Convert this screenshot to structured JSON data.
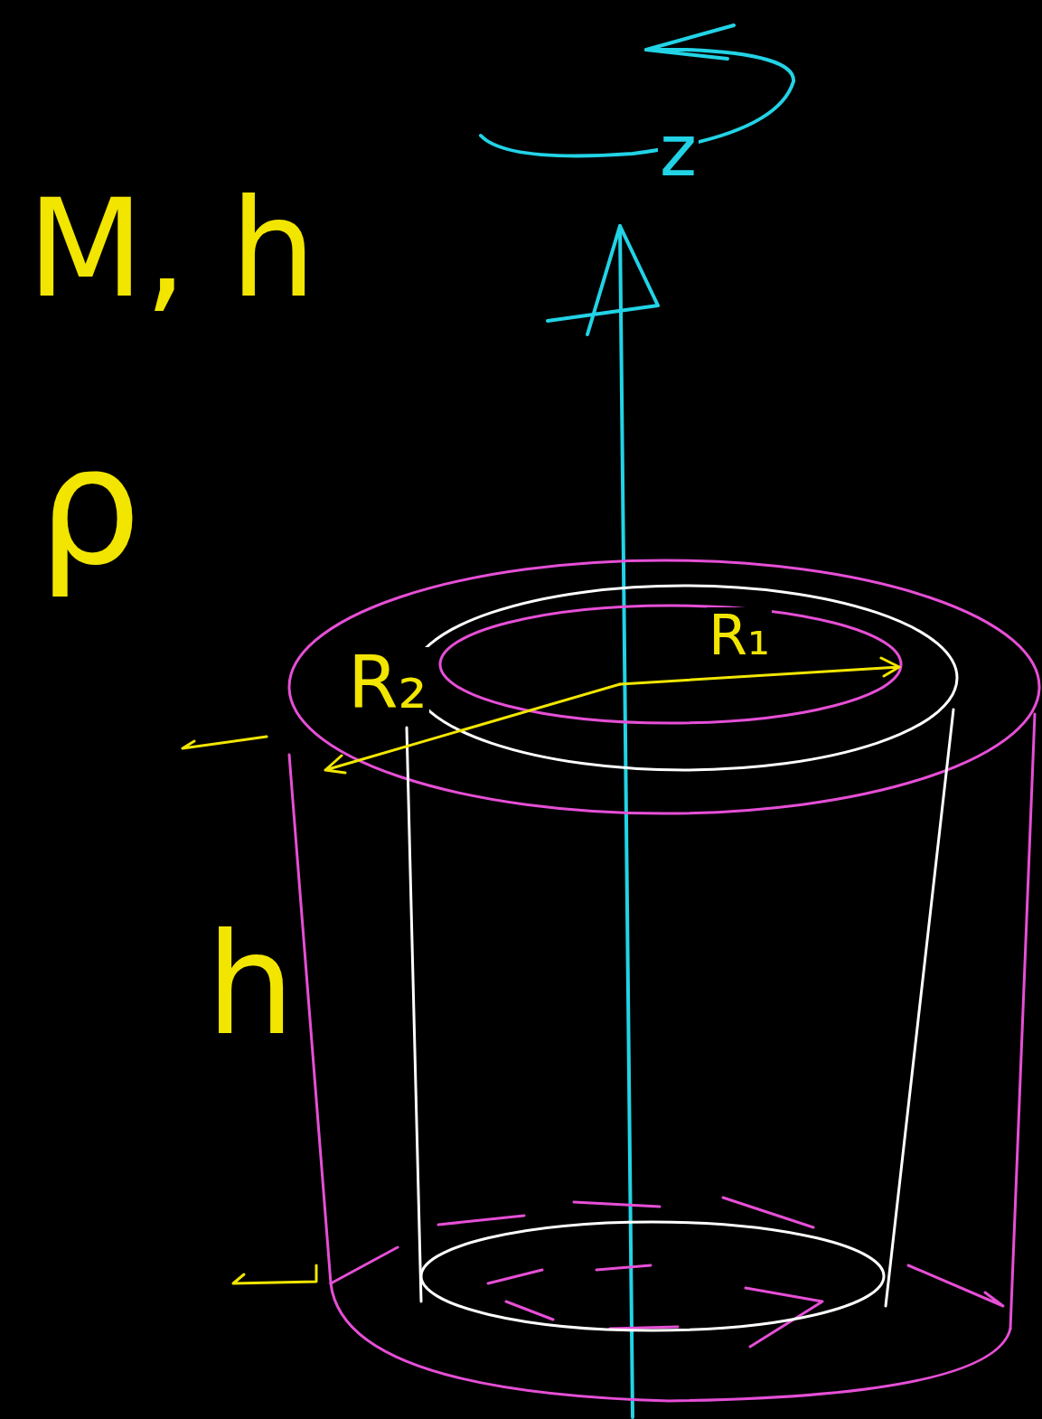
{
  "diagram": {
    "labels": [
      "M, h",
      "ρ",
      "R₂",
      "R₁",
      "h",
      "z"
    ]
  }
}
